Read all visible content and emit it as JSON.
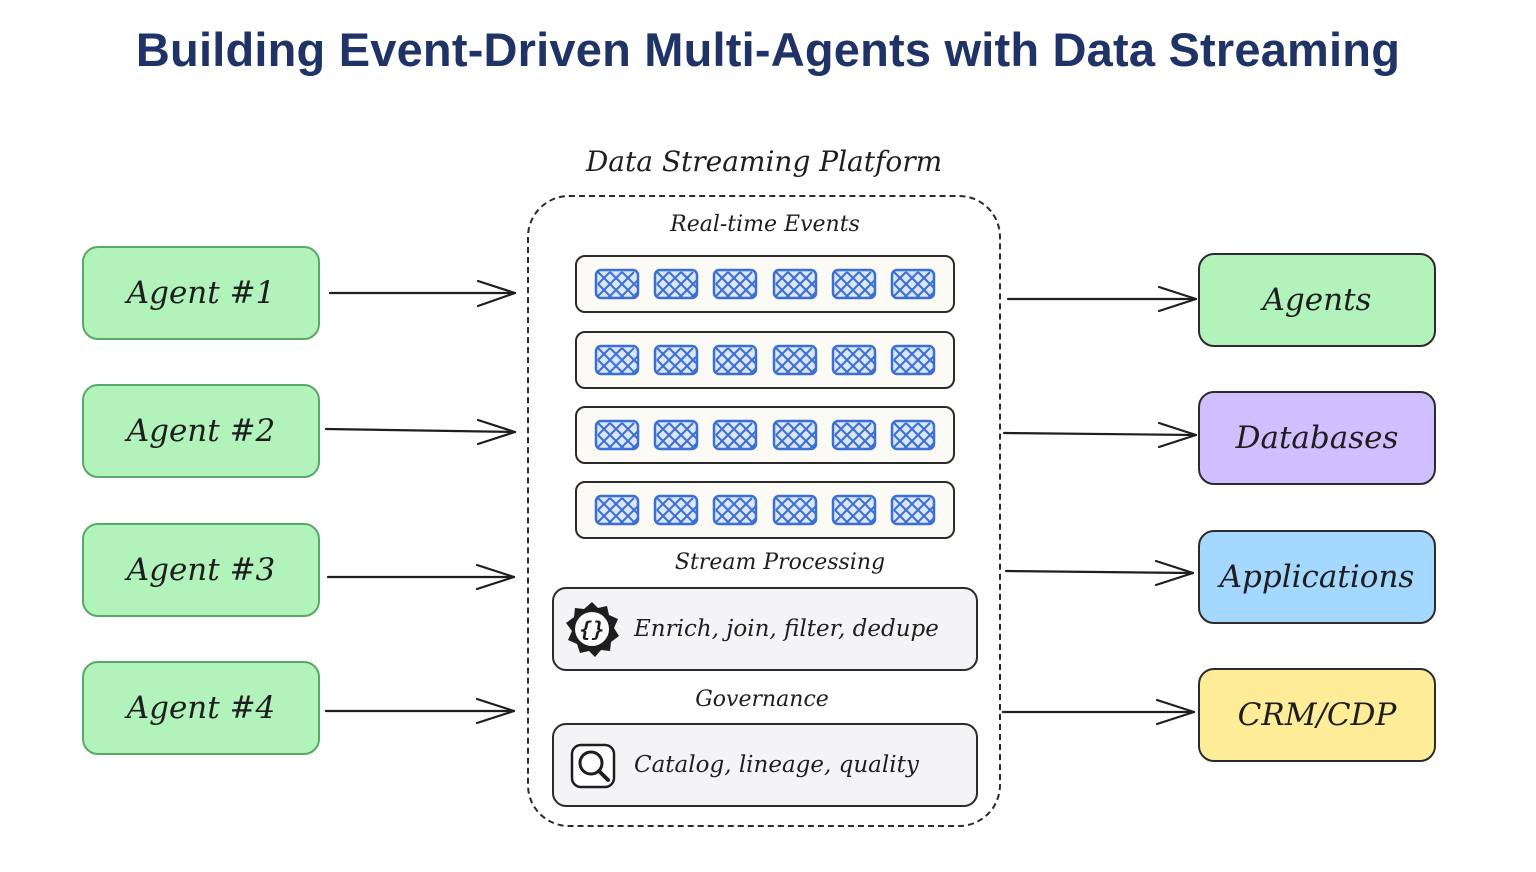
{
  "title": "Building Event-Driven Multi-Agents with Data Streaming",
  "platform": {
    "label": "Data Streaming Platform",
    "events_label": "Real-time Events",
    "processing_label": "Stream Processing",
    "processing_text": "Enrich, join, filter, dedupe",
    "processing_icon": "code-braces-icon",
    "governance_label": "Governance",
    "governance_text": "Catalog, lineage, quality",
    "governance_icon": "magnifier-icon"
  },
  "producers": [
    "Agent #1",
    "Agent #2",
    "Agent #3",
    "Agent #4"
  ],
  "consumers": [
    {
      "label": "Agents",
      "color": "#b2f2bb"
    },
    {
      "label": "Databases",
      "color": "#d0bfff"
    },
    {
      "label": "Applications",
      "color": "#a5d8ff"
    },
    {
      "label": "CRM/CDP",
      "color": "#ffec99"
    }
  ],
  "colors": {
    "title": "#1f3366",
    "event_blue": "#3b6fd1",
    "agent_green": "#b2f2bb"
  }
}
